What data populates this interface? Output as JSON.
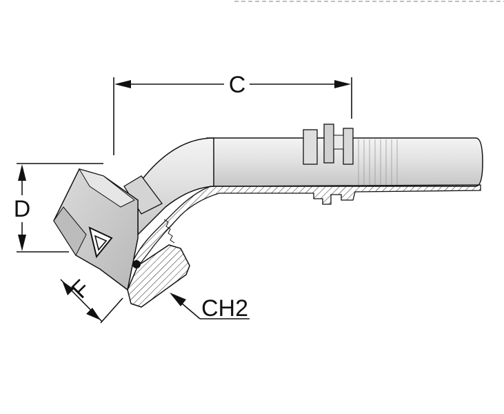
{
  "dimensions": {
    "c": "C",
    "d": "D",
    "f": "F",
    "ch2": "CH2"
  },
  "colors": {
    "metal_light": "#e8e8e8",
    "metal_mid": "#cfcfcf",
    "metal_dark": "#9a9a9a",
    "outline": "#111111"
  },
  "logo_icon": "triangle-logo-icon"
}
